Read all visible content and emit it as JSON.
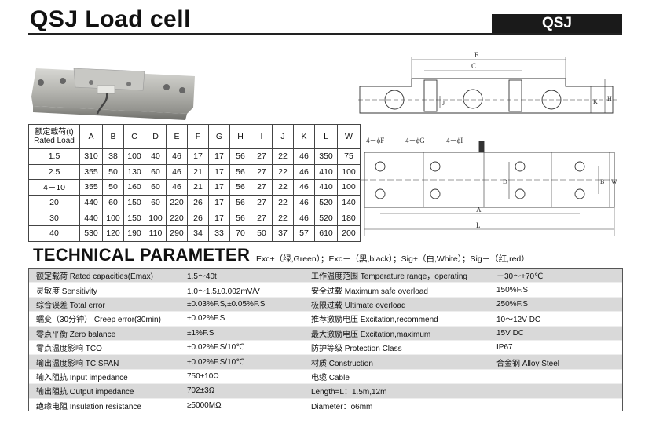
{
  "header": {
    "title": "QSJ  Load cell",
    "model_badge": "QSJ"
  },
  "dimensions_table": {
    "header_label": "额定载荷(t)\nRated Load",
    "columns": [
      "A",
      "B",
      "C",
      "D",
      "E",
      "F",
      "G",
      "H",
      "I",
      "J",
      "K",
      "L",
      "W"
    ],
    "rows": [
      {
        "load": "1.5",
        "values": [
          "310",
          "38",
          "100",
          "40",
          "46",
          "17",
          "17",
          "56",
          "27",
          "22",
          "46",
          "350",
          "75"
        ]
      },
      {
        "load": "2.5",
        "values": [
          "355",
          "50",
          "130",
          "60",
          "46",
          "21",
          "17",
          "56",
          "27",
          "22",
          "46",
          "410",
          "100"
        ]
      },
      {
        "load": "4－10",
        "values": [
          "355",
          "50",
          "160",
          "60",
          "46",
          "21",
          "17",
          "56",
          "27",
          "22",
          "46",
          "410",
          "100"
        ]
      },
      {
        "load": "20",
        "values": [
          "440",
          "60",
          "150",
          "60",
          "220",
          "26",
          "17",
          "56",
          "27",
          "22",
          "46",
          "520",
          "140"
        ]
      },
      {
        "load": "30",
        "values": [
          "440",
          "100",
          "150",
          "100",
          "220",
          "26",
          "17",
          "56",
          "27",
          "22",
          "46",
          "520",
          "180"
        ]
      },
      {
        "load": "40",
        "values": [
          "530",
          "120",
          "190",
          "110",
          "290",
          "34",
          "33",
          "70",
          "50",
          "37",
          "57",
          "610",
          "200"
        ]
      }
    ]
  },
  "drawing_labels": {
    "top": {
      "E": "E",
      "C": "C",
      "J": "J",
      "K": "K",
      "H": "H"
    },
    "bottom": {
      "F": "4－ϕF",
      "G": "4－ϕG",
      "I": "4－ϕI",
      "D": "D",
      "B": "B",
      "W": "W",
      "A": "A",
      "L": "L"
    }
  },
  "technical": {
    "title": "TECHNICAL PARAMETER",
    "wiring": "Exc+（绿,Green）；Exc－（黑,black）；Sig+（白,White）；Sig－（红,red）",
    "rows": [
      [
        "额定载荷 Rated capacities(Emax)",
        "1.5～40t",
        "工作温度范围 Temperature range，operating",
        "－30～+70℃"
      ],
      [
        "灵敏度 Sensitivity",
        "1.0～1.5±0.002mV/V",
        "安全过载 Maximum safe overload",
        "150%F.S"
      ],
      [
        "综合误差 Total error",
        "±0.03%F.S,±0.05%F.S",
        "极限过载 Ultimate overload",
        "250%F.S"
      ],
      [
        "蠕变（30分钟） Creep error(30min)",
        "±0.02%F.S",
        "推荐激励电压 Excitation,recommend",
        "10～12V DC"
      ],
      [
        "零点平衡 Zero balance",
        "±1%F.S",
        "最大激励电压 Excitation,maximum",
        "15V DC"
      ],
      [
        "零点温度影响 TCO",
        "±0.02%F.S/10℃",
        "防护等级 Protection Class",
        "IP67"
      ],
      [
        "输出温度影响 TC SPAN",
        "±0.02%F.S/10℃",
        "材质 Construction",
        "合金钢 Alloy Steel"
      ],
      [
        "输入阻抗 Input impedance",
        "750±10Ω",
        "电缆 Cable",
        ""
      ],
      [
        "输出阻抗 Output impedance",
        "702±3Ω",
        "Length=L：1.5m,12m",
        ""
      ],
      [
        "绝缘电阻 Insulation resistance",
        "≥5000MΩ",
        "Diameter：ϕ6mm",
        ""
      ]
    ]
  }
}
